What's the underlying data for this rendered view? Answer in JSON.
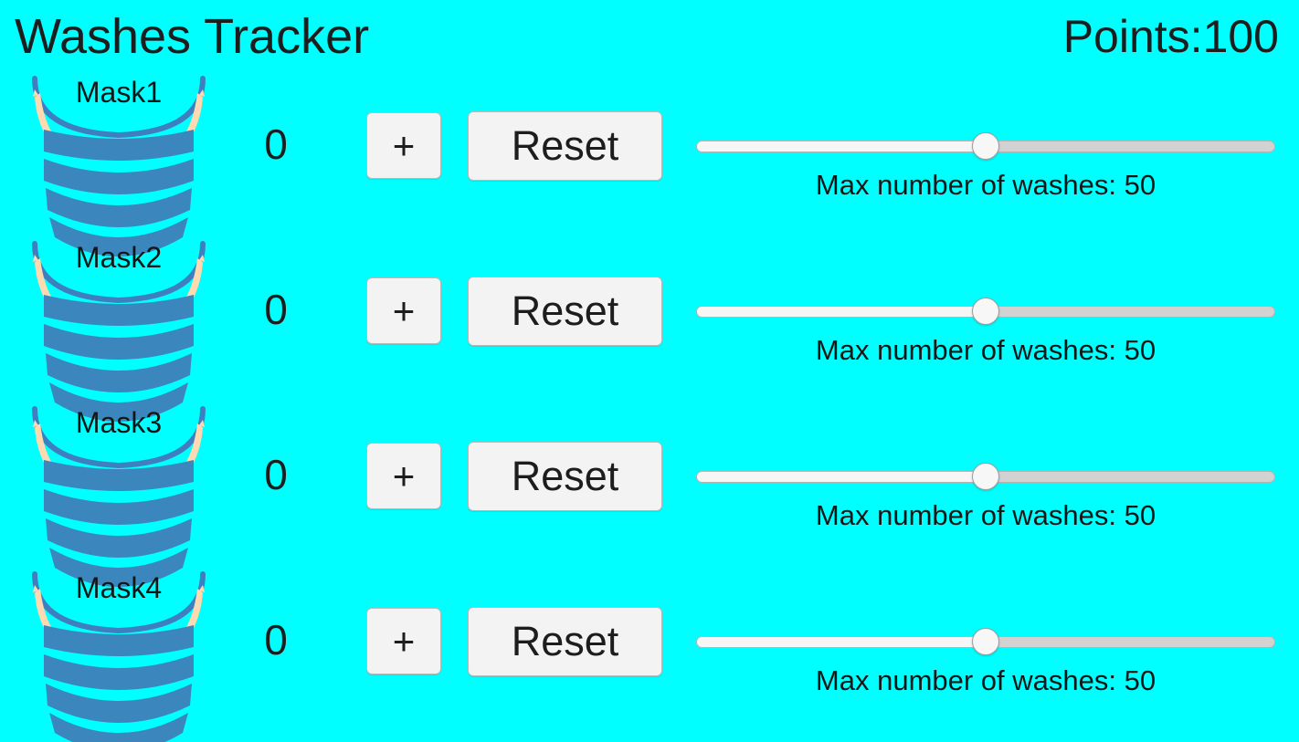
{
  "header": {
    "app_title": "Washes Tracker",
    "points_label": "Points:",
    "points_value": "100"
  },
  "theme": {
    "background": "#00ffff",
    "text": "#1d1d1d",
    "button_bg": "#f3f3f3",
    "button_border": "#b8b8b8",
    "mask_body": "#3a86bd",
    "mask_outline": "#3f7fc0",
    "mask_strap": "#ffd9b0",
    "slider_track": "#d2d2d2",
    "slider_fill": "#f6f6f6",
    "slider_thumb": "#f7f7f7"
  },
  "controls": {
    "increment_label": "+",
    "reset_label": "Reset",
    "slider_caption_prefix": "Max number of washes:"
  },
  "rows": [
    {
      "mask_label": "Mask1",
      "count": "0",
      "increment_label": "+",
      "reset_label": "Reset",
      "max_washes": "50",
      "slider_caption": "Max number of washes: 50",
      "slider_min": "0",
      "slider_max": "100",
      "slider_value": "50"
    },
    {
      "mask_label": "Mask2",
      "count": "0",
      "increment_label": "+",
      "reset_label": "Reset",
      "max_washes": "50",
      "slider_caption": "Max number of washes: 50",
      "slider_min": "0",
      "slider_max": "100",
      "slider_value": "50"
    },
    {
      "mask_label": "Mask3",
      "count": "0",
      "increment_label": "+",
      "reset_label": "Reset",
      "max_washes": "50",
      "slider_caption": "Max number of washes: 50",
      "slider_min": "0",
      "slider_max": "100",
      "slider_value": "50"
    },
    {
      "mask_label": "Mask4",
      "count": "0",
      "increment_label": "+",
      "reset_label": "Reset",
      "max_washes": "50",
      "slider_caption": "Max number of washes: 50",
      "slider_min": "0",
      "slider_max": "100",
      "slider_value": "50"
    }
  ],
  "icons": {
    "mask": "face-mask-icon"
  }
}
